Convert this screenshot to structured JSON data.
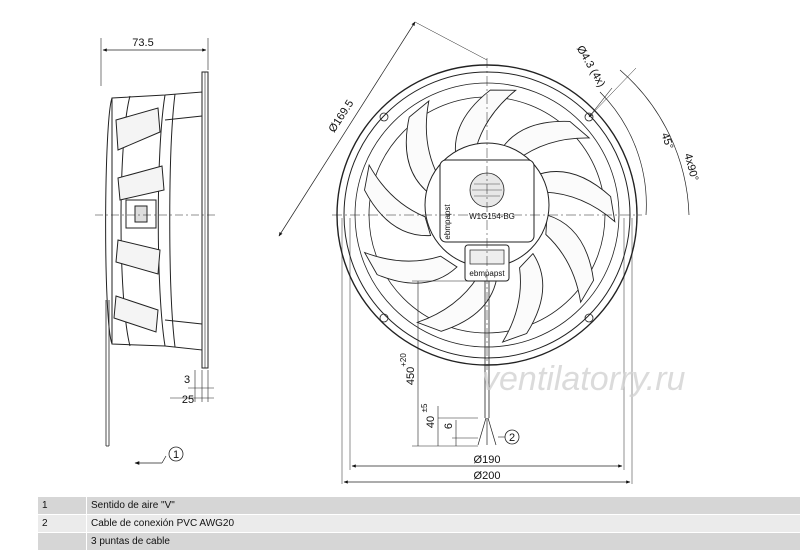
{
  "dimensions": {
    "depth": "73.5",
    "bolt_circle": "Ø169.5",
    "mount_holes": "Ø4.3 (4x)",
    "angle_offset": "45°",
    "angle_step": "4x90°",
    "d_inner": "Ø190",
    "d_outer": "Ø200",
    "flange": "3",
    "ring": "25",
    "cable_length": "450",
    "cable_length_tol": "+20",
    "strip_length": "40",
    "strip_length_tol": "±5",
    "strip_end": "6"
  },
  "label_text": "W1G154-BG",
  "connector_text": "ebmpapst",
  "brand_side": "ebmpapst",
  "callouts": [
    "1",
    "2"
  ],
  "watermark": "ventilatorry.ru",
  "legend": [
    {
      "num": "1",
      "text": "Sentido de aire \"V\""
    },
    {
      "num": "2",
      "text": "Cable de conexión PVC AWG20"
    },
    {
      "num": "",
      "text": "3 puntas de cable"
    }
  ]
}
